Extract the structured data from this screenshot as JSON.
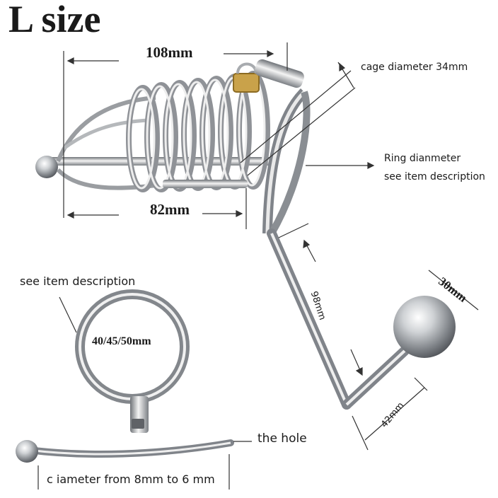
{
  "title": "L size",
  "labels": {
    "length_total": "108mm",
    "length_cage": "82mm",
    "cage_diameter": "cage diameter 34mm",
    "ring_diameter_line1": "Ring dianmeter",
    "ring_diameter_line2": "see item description",
    "hook_length": "98mm",
    "ball_size": "30mm",
    "ball_stem": "42mm",
    "ring_see_item": "see item description",
    "ring_sizes": "40/45/50mm",
    "the_hole": "the hole",
    "urethral_diameter": "c iameter from 8mm to 6 mm"
  },
  "colors": {
    "metal_light": "#f2f2f2",
    "metal_mid": "#b9bcc0",
    "metal_dark": "#6f7378",
    "lock_gold": "#c9a24a",
    "text": "#1a1a1a"
  }
}
